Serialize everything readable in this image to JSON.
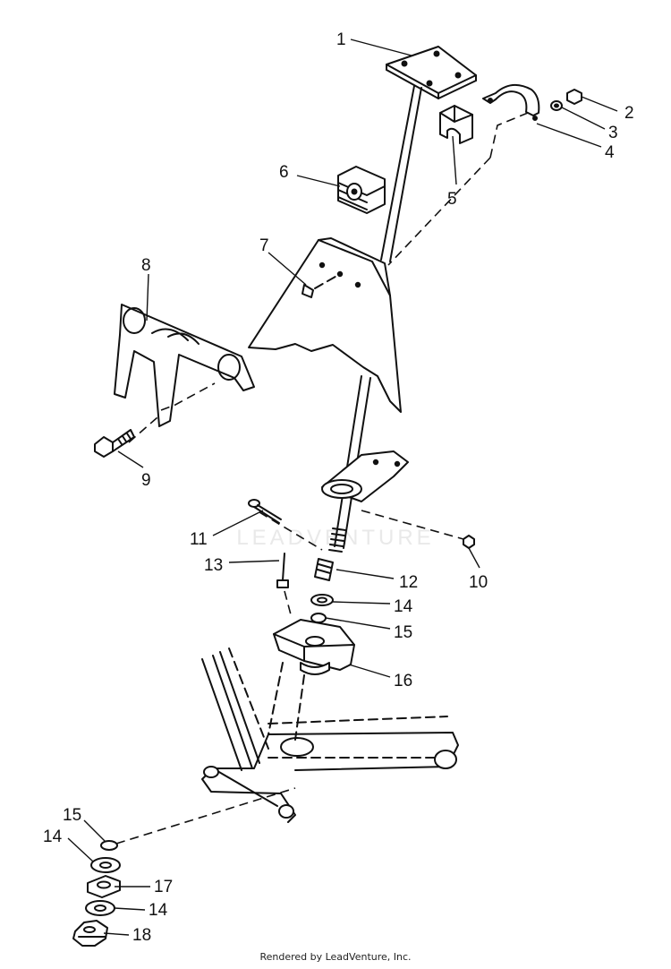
{
  "watermark": "LEADVENTURE",
  "credit": "Rendered by LeadVenture, Inc.",
  "callouts": {
    "c1": "1",
    "c2": "2",
    "c3": "3",
    "c4": "4",
    "c5": "5",
    "c6": "6",
    "c7": "7",
    "c8": "8",
    "c9": "9",
    "c10": "10",
    "c11": "11",
    "c12": "12",
    "c13": "13",
    "c14a": "14",
    "c15a": "15",
    "c16": "16",
    "c15b": "15",
    "c14b": "14",
    "c17": "17",
    "c14c": "14",
    "c18": "18"
  }
}
